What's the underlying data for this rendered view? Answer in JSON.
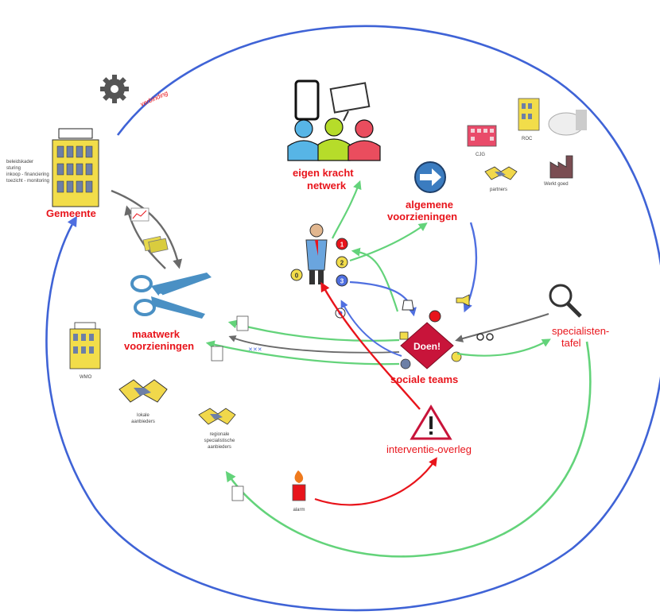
{
  "colors": {
    "ring": "#3f63d6",
    "green": "#63d37a",
    "red": "#e8141b",
    "blue": "#4f6fe0",
    "gray": "#7a7a7a",
    "building": "#f2dd4a",
    "diamond": "#c8143a"
  },
  "labels": {
    "gemeente": "Gemeente",
    "eigen_kracht_1": "eigen kracht",
    "eigen_kracht_2": "netwerk",
    "algemene_1": "algemene",
    "algemene_2": "voorzieningen",
    "maatwerk_1": "maatwerk",
    "maatwerk_2": "voorzieningen",
    "doen": "Doen!",
    "sociale_teams": "sociale teams",
    "specialisten_1": "specialisten-",
    "specialisten_2": "tafel",
    "interventie": "interventie-overleg",
    "ring_arc": "verbinding",
    "cjg": "CJG",
    "roc": "ROC",
    "werkt": "Werkt goed",
    "partners_small": "partners",
    "wmo": "WMO",
    "lokale_1": "lokale",
    "lokale_2": "aanbieders",
    "regio_1": "regionale",
    "regio_2": "specialistische",
    "regio_3": "aanbieders",
    "alarm": "alarm",
    "gem_note_1": "beleidskader",
    "gem_note_2": "sturing",
    "gem_note_3": "inkoop - financiering",
    "gem_note_4": "toezicht - monitoring"
  },
  "steps": [
    "0",
    "1",
    "2",
    "3"
  ],
  "icons": [
    "gear-icon",
    "building-icon",
    "people-icon",
    "tablet-icon",
    "monitor-icon",
    "arrow-circle-icon",
    "person-icon",
    "scissors-icon",
    "magnifier-icon",
    "warning-icon",
    "handshake-icon",
    "fire-icon",
    "document-icon",
    "megaphone-icon",
    "factory-icon",
    "chart-icon",
    "cash-icon"
  ]
}
